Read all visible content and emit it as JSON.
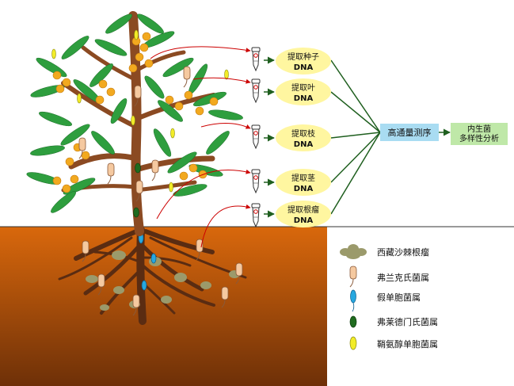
{
  "colors": {
    "leaf": "#2e9e3e",
    "branch": "#8b4a22",
    "fruit": "#f2a91f",
    "soil_top": "#d9680c",
    "soil_bottom": "#6e3008",
    "pipeline_line": "#1f5f1f",
    "sample_oval": "#fff6a0",
    "sequencing_box": "#a9dcf2",
    "analysis_box": "#bfe8a8",
    "sample_link": "#cc0000"
  },
  "samples": [
    {
      "line1": "提取种子",
      "line2": "DNA"
    },
    {
      "line1": "提取叶",
      "line2": "DNA"
    },
    {
      "line1": "提取枝",
      "line2": "DNA"
    },
    {
      "line1": "提取茎",
      "line2": "DNA"
    },
    {
      "line1": "提取根瘤",
      "line2": "DNA"
    }
  ],
  "sequencing": {
    "label": "高通量测序"
  },
  "analysis": {
    "line1": "内生菌",
    "line2": "多样性分析"
  },
  "legend": [
    {
      "icon": "nodule-icon",
      "label": "西藏沙棘根瘤"
    },
    {
      "icon": "frankia-icon",
      "label": "弗兰克氏菌属"
    },
    {
      "icon": "pseudomonas-icon",
      "label": "假单胞菌属"
    },
    {
      "icon": "friedmanniella-icon",
      "label": "弗莱德门氏菌属"
    },
    {
      "icon": "dongia-icon",
      "label": "鞘氨醇单胞菌属"
    }
  ]
}
